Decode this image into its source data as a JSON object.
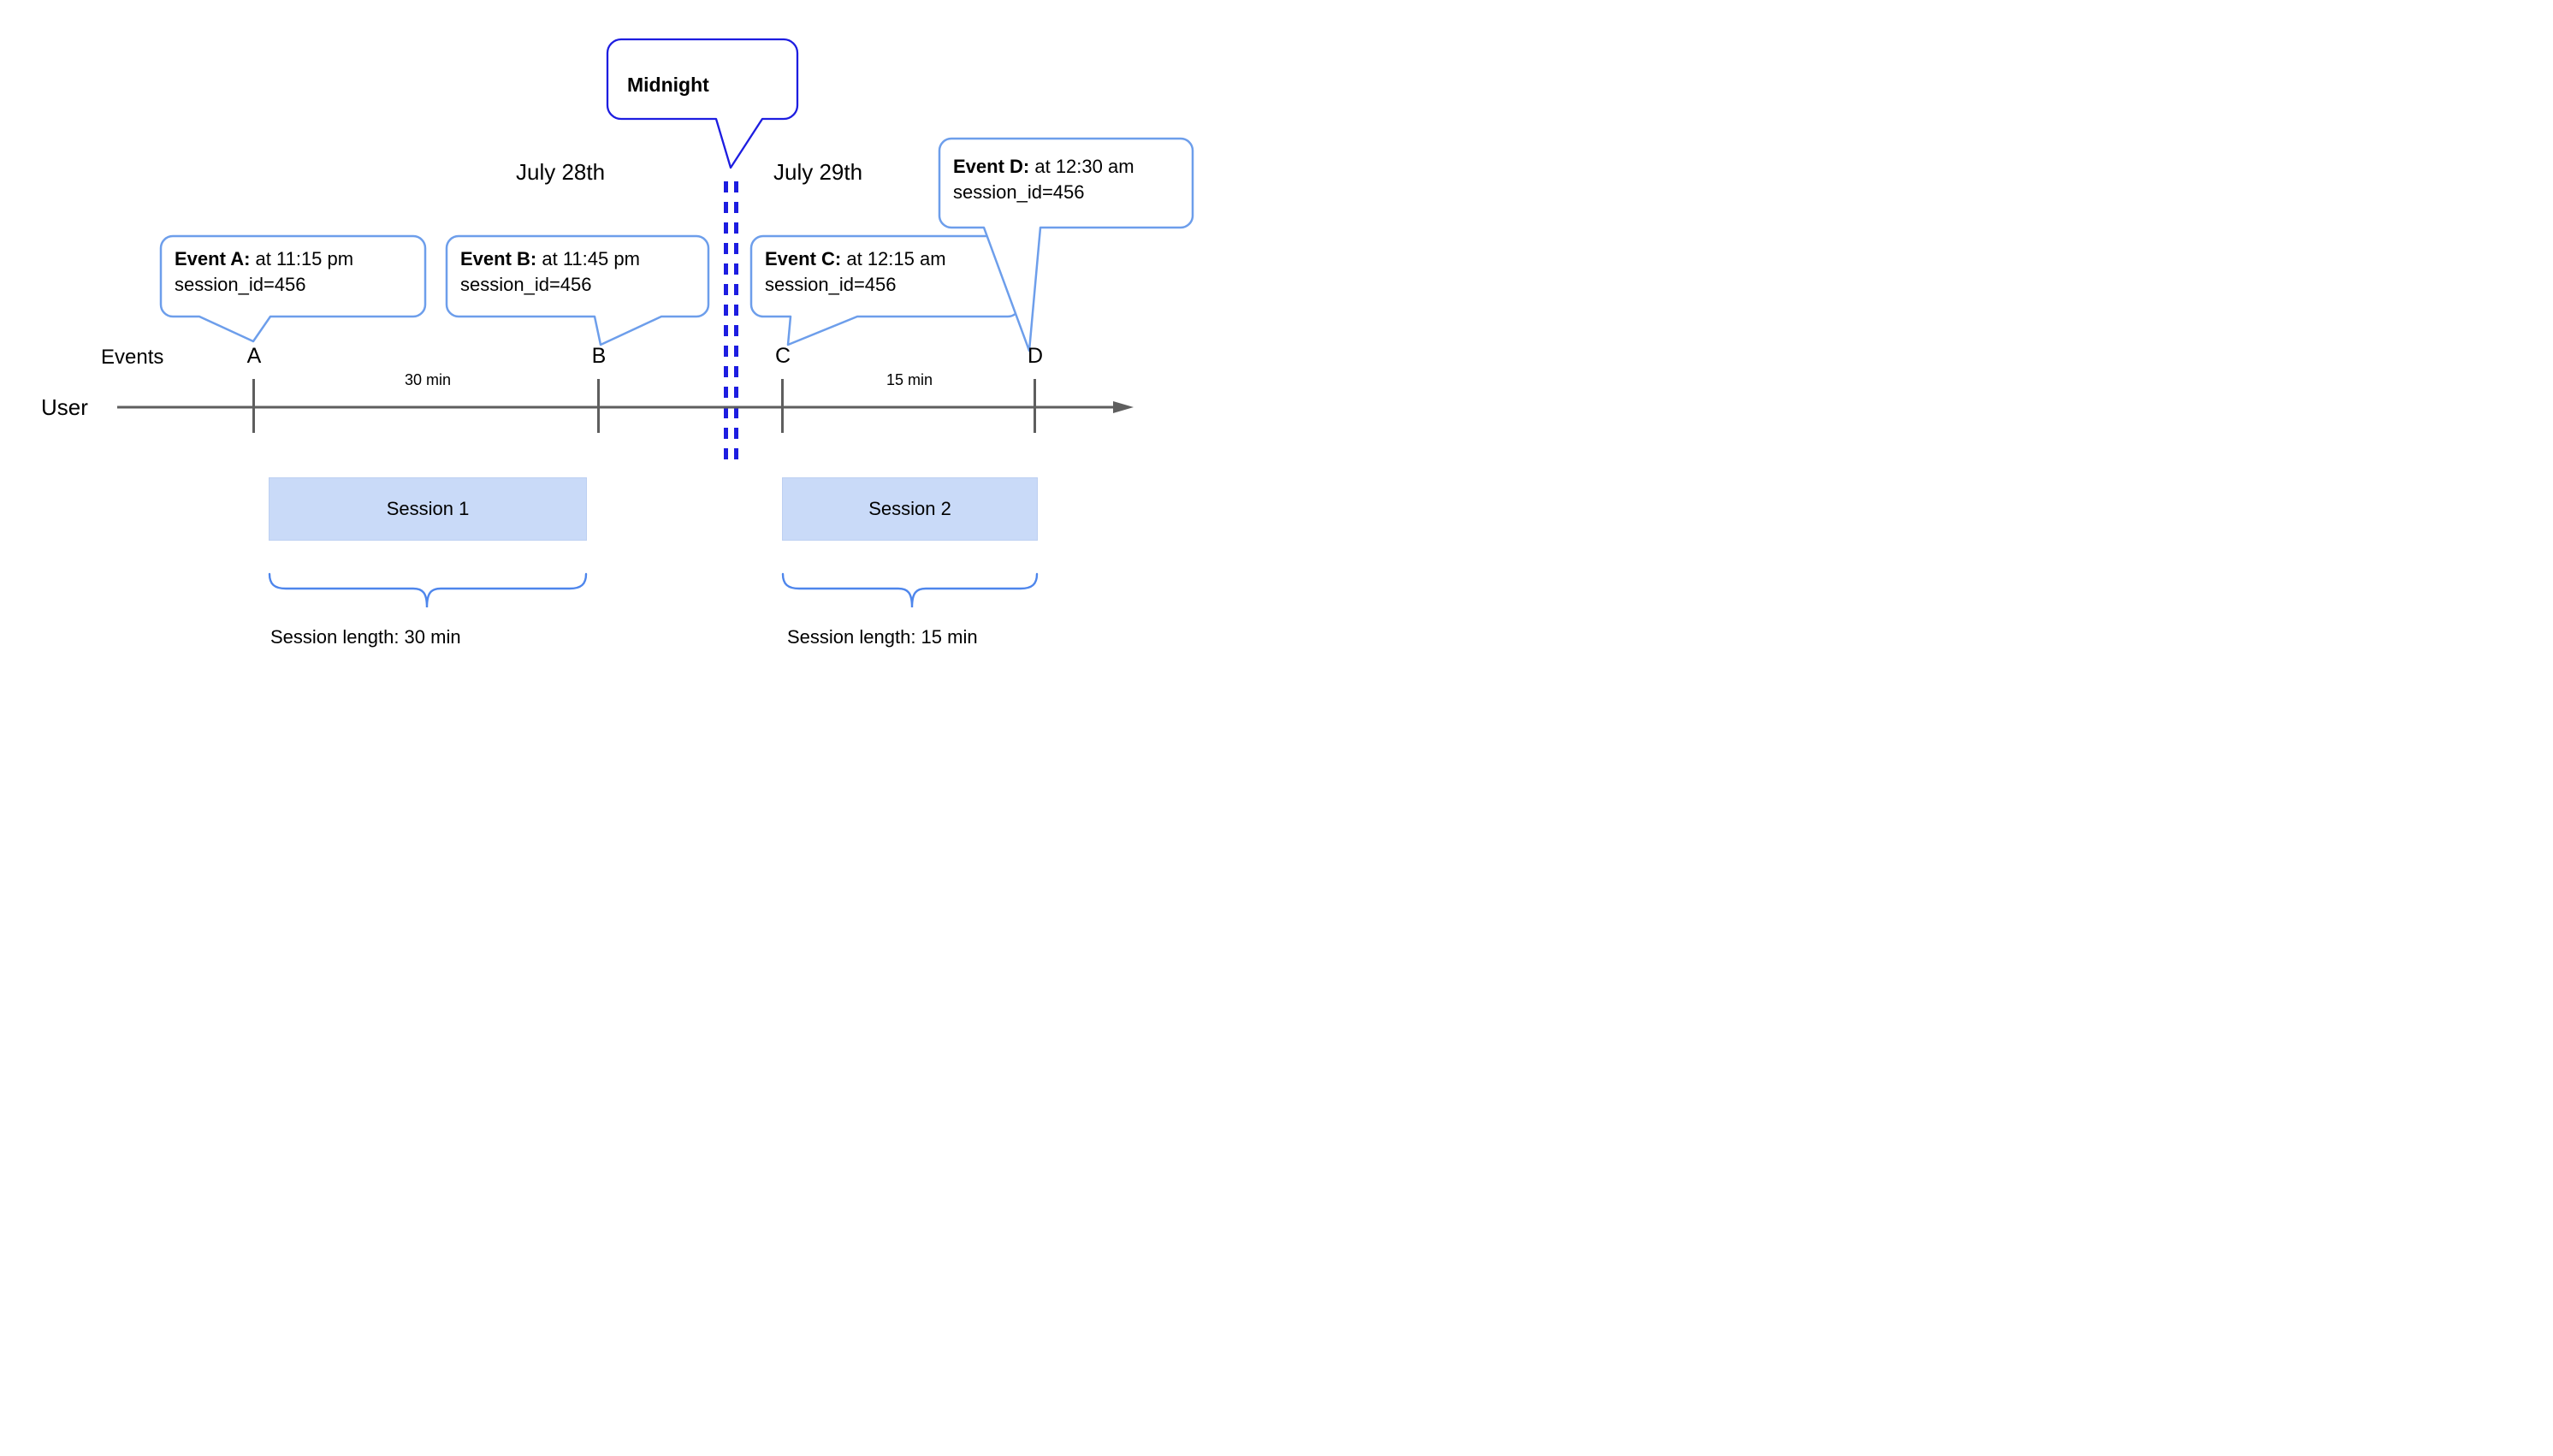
{
  "midnight": {
    "label": "Midnight"
  },
  "dates": {
    "left": "July 28th",
    "right": "July 29th"
  },
  "axis": {
    "events_label": "Events",
    "user_label": "User"
  },
  "ticks": [
    {
      "letter": "A"
    },
    {
      "letter": "B"
    },
    {
      "letter": "C"
    },
    {
      "letter": "D"
    }
  ],
  "callouts": [
    {
      "event": "Event A:",
      "detail": " at 11:15 pm",
      "session": "session_id=456"
    },
    {
      "event": "Event B:",
      "detail": " at 11:45 pm",
      "session": "session_id=456"
    },
    {
      "event": "Event C:",
      "detail": " at 12:15 am",
      "session": "session_id=456"
    },
    {
      "event": "Event D:",
      "detail": " at 12:30 am",
      "session": "session_id=456"
    }
  ],
  "intervals": [
    {
      "label": "30 min"
    },
    {
      "label": "15 min"
    }
  ],
  "sessions": [
    {
      "label": "Session 1",
      "length": "Session length: 30 min"
    },
    {
      "label": "Session 2",
      "length": "Session length: 15 min"
    }
  ],
  "colors": {
    "callout-border": "#6d9eeb",
    "midnight-blue": "#1d1de0",
    "session-fill": "#c9daf8",
    "session-border": "#bdd0f2",
    "brace-blue": "#4e86ec",
    "axis-gray": "#5e5e5e",
    "text-black": "#000000"
  }
}
